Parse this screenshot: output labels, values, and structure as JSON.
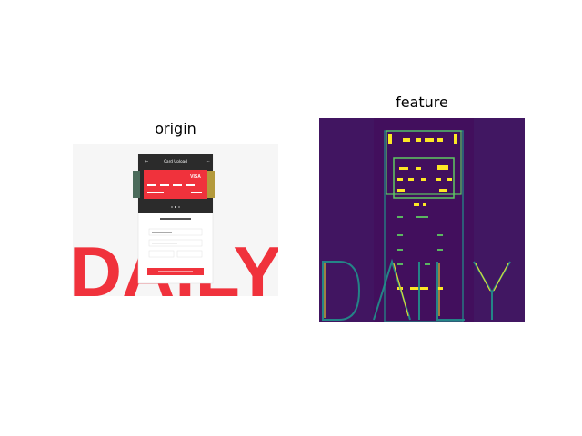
{
  "figure": {
    "left_title": "origin",
    "right_title": "feature"
  },
  "origin_image": {
    "header_title": "Card Upload",
    "card_brand": "VISA",
    "big_word": "DAILY",
    "colors": {
      "background": "#f6f6f6",
      "accent_red": "#f0323c",
      "header_dark": "#2b2b2b"
    }
  },
  "feature_image": {
    "colormap": "viridis",
    "colors": {
      "background": "#440154",
      "low": "#3b528b",
      "mid": "#21918c",
      "high": "#fde725"
    }
  }
}
